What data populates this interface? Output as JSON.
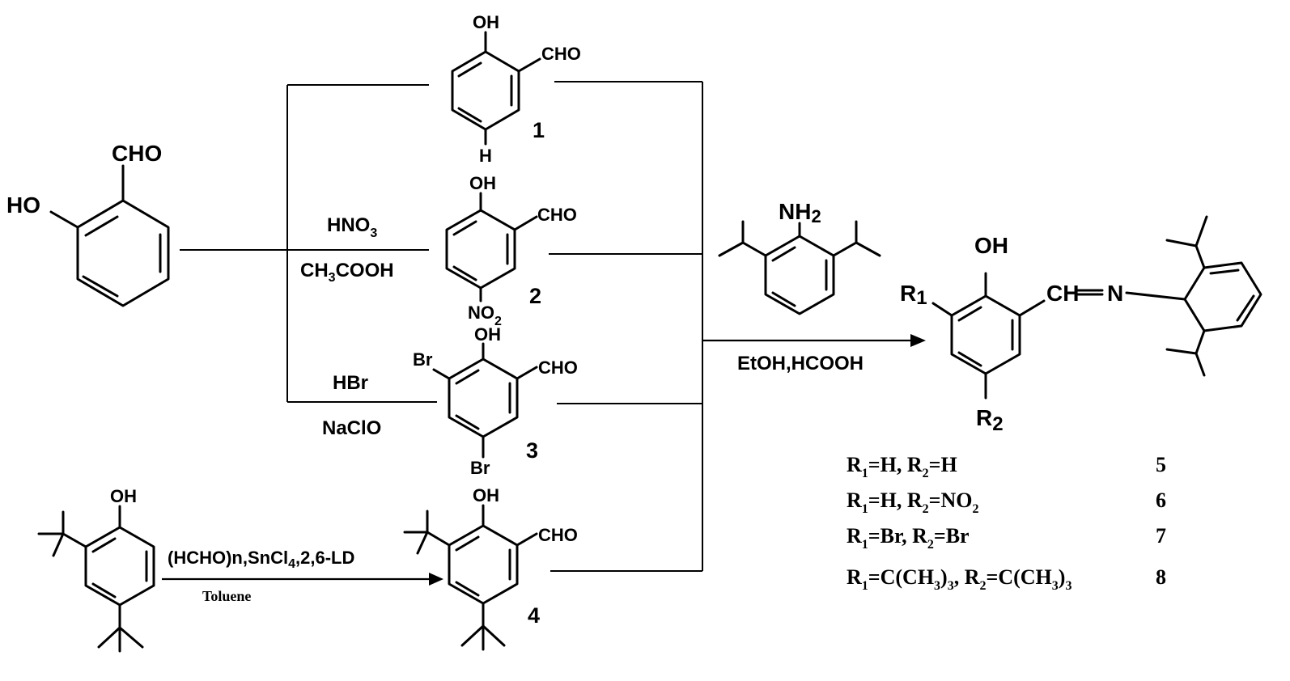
{
  "labels": {
    "cho": "CHO",
    "oh": "OH",
    "ho": "HO",
    "h": "H",
    "no2": "NO",
    "no2_sub": "2",
    "br": "Br",
    "nh2": "NH",
    "nh2_sub": "2",
    "r": "R",
    "ch": "CH",
    "n": "N"
  },
  "compounds": [
    "1",
    "2",
    "3",
    "4"
  ],
  "reagents": {
    "hno3": "HNO",
    "hno3_sub": "3",
    "ch3cooh_a": "CH",
    "ch3cooh_sub": "3",
    "ch3cooh_b": "COOH",
    "hbr": "HBr",
    "naclo": "NaClO",
    "formyl_a": "(HCHO)n,SnCl",
    "formyl_sub": "4",
    "formyl_b": ",2,6-LD",
    "toluene": "Toluene",
    "etoh": "EtOH,HCOOH"
  },
  "products": [
    {
      "r1": "H",
      "r2": "H",
      "number": "5"
    },
    {
      "r1": "H",
      "r2": "NO",
      "r2_sub": "2",
      "number": "6"
    },
    {
      "r1": "Br",
      "r2": "Br",
      "number": "7"
    },
    {
      "r1": "C(CH",
      "r1_sub": "3",
      "r1_close": ")",
      "r1_sub2": "3",
      "r2": "C(CH",
      "r2_sub": "3",
      "r2_close": ")",
      "r2_sub2": "3",
      "number": "8"
    }
  ]
}
